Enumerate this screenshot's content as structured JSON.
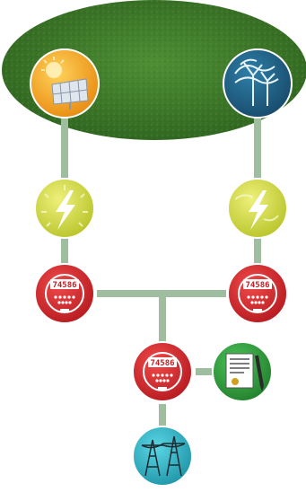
{
  "colors": {
    "field_green": "#3f7a2b",
    "connector": "#9fbe9f",
    "solar_orange": "#f3a11a",
    "wind_blue": "#1f5f86",
    "converter_yellow": "#cdd63a",
    "meter_red": "#d6262b",
    "contract_green": "#2e9b3a",
    "grid_teal": "#2cb3c6"
  },
  "nodes": {
    "solar": {
      "icon": "solar-panel-icon"
    },
    "wind": {
      "icon": "wind-turbine-icon"
    },
    "inverter_left": {
      "icon": "lightning-bolt-icon"
    },
    "inverter_right": {
      "icon": "lightning-bolt-icon"
    },
    "meter_left": {
      "icon": "energy-meter-icon",
      "digits": "74586"
    },
    "meter_right": {
      "icon": "energy-meter-icon",
      "digits": "74586"
    },
    "meter_bottom": {
      "icon": "energy-meter-icon",
      "digits": "74586"
    },
    "contract": {
      "icon": "contract-document-icon"
    },
    "grid": {
      "icon": "transmission-tower-icon"
    }
  }
}
